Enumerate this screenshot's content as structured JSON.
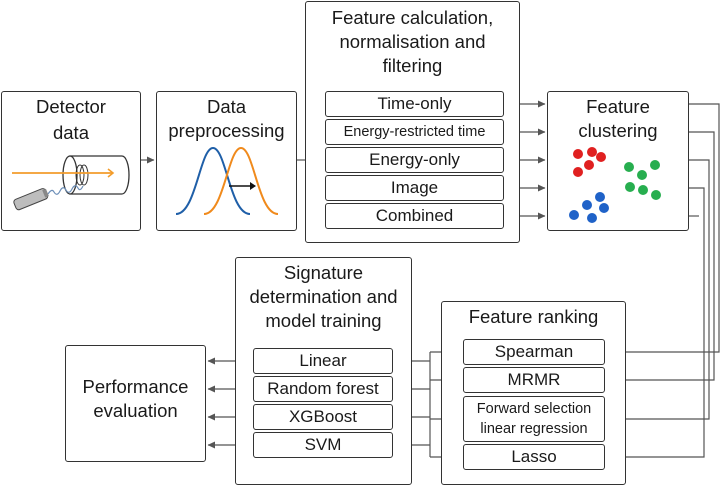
{
  "detector": {
    "title_line1": "Detector",
    "title_line2": "data"
  },
  "preprocessing": {
    "title_line1": "Data",
    "title_line2": "preprocessing"
  },
  "feature_calc": {
    "title_line1": "Feature calculation,",
    "title_line2": "normalisation and",
    "title_line3": "filtering",
    "items": [
      "Time-only",
      "Energy-restricted time",
      "Energy-only",
      "Image",
      "Combined"
    ]
  },
  "clustering": {
    "title_line1": "Feature",
    "title_line2": "clustering"
  },
  "ranking": {
    "title": "Feature ranking",
    "items": [
      "Spearman",
      "MRMR",
      "Forward selection",
      "linear regression",
      "Lasso"
    ]
  },
  "signature": {
    "title_line1": "Signature",
    "title_line2": "determination and",
    "title_line3": "model training",
    "items": [
      "Linear",
      "Random forest",
      "XGBoost",
      "SVM"
    ]
  },
  "evaluation": {
    "title_line1": "Performance",
    "title_line2": "evaluation"
  },
  "colors": {
    "line": "#555555",
    "curve_blue": "#1f5fa8",
    "curve_orange": "#f08a1c",
    "dot_red": "#e02020",
    "dot_green": "#27ae4f",
    "dot_blue": "#1f62c8",
    "beam": "#f39c2b"
  }
}
